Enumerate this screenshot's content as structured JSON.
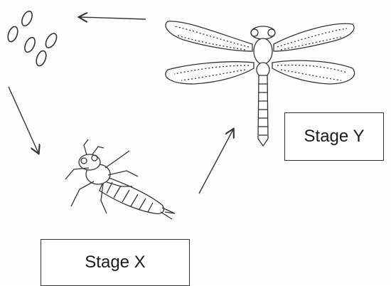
{
  "labels": {
    "stage_y": "Stage Y",
    "stage_x": "Stage X"
  },
  "stages": [
    {
      "id": "eggs",
      "icon": "egg-cluster-icon"
    },
    {
      "id": "stage_x",
      "icon": "nymph-icon"
    },
    {
      "id": "stage_y",
      "icon": "dragonfly-icon"
    }
  ],
  "colors": {
    "ink": "#333333",
    "paper": "#fdfdfd"
  }
}
